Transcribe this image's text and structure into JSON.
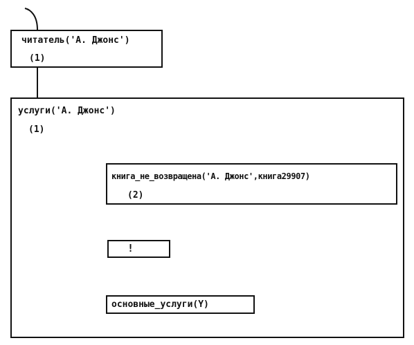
{
  "goals": {
    "reader": {
      "call": "читатель('А. Джонс')",
      "clause_num": "(1)"
    },
    "services": {
      "call": "услуги('А. Джонс')",
      "clause_num": "(1)"
    },
    "book_not_returned": {
      "call": "книга_не_возвращена('А. Джонс',книга29907)",
      "clause_num": "(2)"
    },
    "cut": {
      "label": "!"
    },
    "basic_services": {
      "call": "основные_услуги(Y)"
    }
  }
}
